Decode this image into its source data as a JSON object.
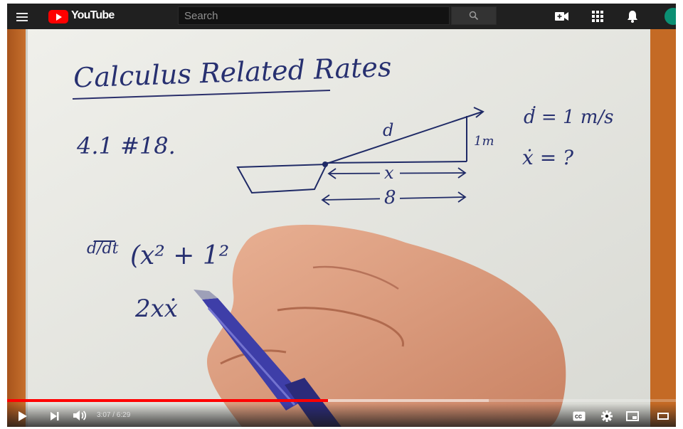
{
  "header": {
    "logo_text": "YouTube",
    "search_placeholder": "Search",
    "icons": [
      "menu-icon",
      "search-icon",
      "create-video-icon",
      "apps-grid-icon",
      "notifications-bell-icon",
      "avatar"
    ]
  },
  "video": {
    "board": {
      "title": "Calculus Related Rates",
      "problem": "4.1 #18.",
      "label_d": "d",
      "label_1m": "1m",
      "label_x": "x",
      "label_8": "8",
      "given_d": "ḋ = 1 m/s",
      "given_x": "ẋ = ?",
      "derivative": "d/dt",
      "equation": "(x² + 1² =",
      "result": "2xẋ"
    }
  },
  "player": {
    "time_display": "3:07 / 6:29",
    "played_fraction": 0.48,
    "loaded_fraction": 0.72,
    "played_color": "#ff0000",
    "controls": [
      "play-icon",
      "next-icon",
      "volume-icon",
      "captions-icon",
      "settings-gear-icon",
      "miniplayer-icon",
      "theater-mode-icon"
    ]
  }
}
